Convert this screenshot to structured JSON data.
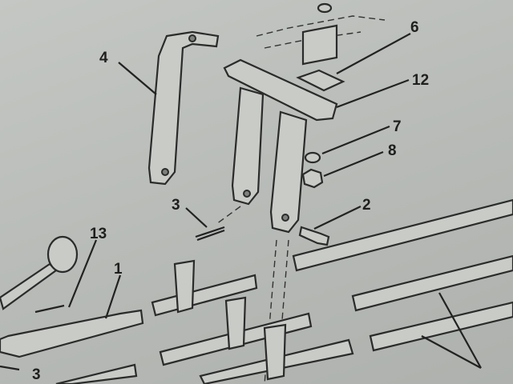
{
  "diagram": {
    "callouts": [
      {
        "id": "label-4",
        "text": "4"
      },
      {
        "id": "label-6",
        "text": "6"
      },
      {
        "id": "label-12",
        "text": "12"
      },
      {
        "id": "label-7",
        "text": "7"
      },
      {
        "id": "label-8",
        "text": "8"
      },
      {
        "id": "label-3-pin",
        "text": "3"
      },
      {
        "id": "label-2",
        "text": "2"
      },
      {
        "id": "label-13",
        "text": "13"
      },
      {
        "id": "label-1",
        "text": "1"
      },
      {
        "id": "label-3-bottom",
        "text": "3"
      }
    ]
  }
}
